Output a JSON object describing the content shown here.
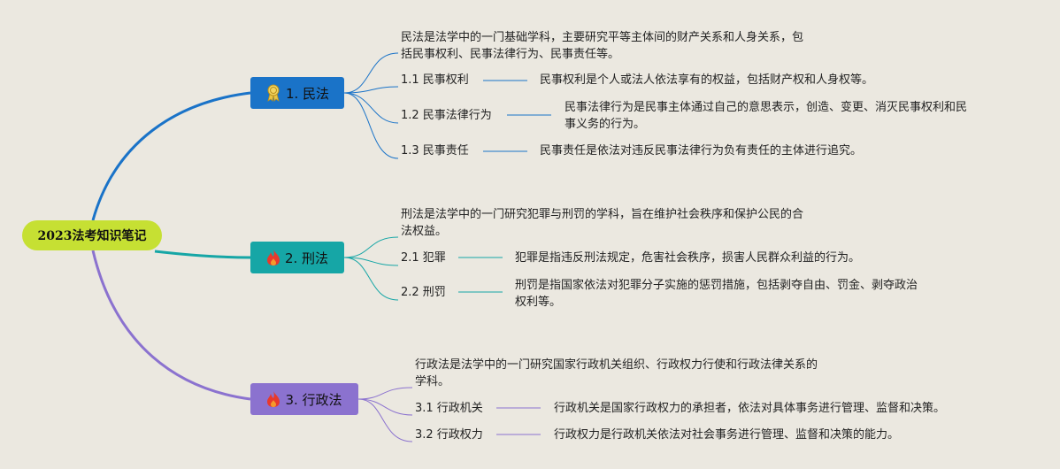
{
  "central": {
    "title": "2023法考知识笔记"
  },
  "branches": [
    {
      "label": "1. 民法",
      "icon": "award-ribbon-icon",
      "summary": [
        "民法是法学中的一门基础学科，主要研究平等主体间的财产关系和人身关系，包",
        "括民事权利、民事法律行为、民事责任等。"
      ],
      "subs": [
        {
          "label": "1.1 民事权利",
          "desc": [
            "民事权利是个人或法人依法享有的权益，包括财产权和人身权等。"
          ]
        },
        {
          "label": "1.2 民事法律行为",
          "desc": [
            "民事法律行为是民事主体通过自己的意思表示，创造、变更、消灭民事权利和民",
            "事义务的行为。"
          ]
        },
        {
          "label": "1.3 民事责任",
          "desc": [
            "民事责任是依法对违反民事法律行为负有责任的主体进行追究。"
          ]
        }
      ]
    },
    {
      "label": "2. 刑法",
      "icon": "fire-icon",
      "summary": [
        "刑法是法学中的一门研究犯罪与刑罚的学科，旨在维护社会秩序和保护公民的合",
        "法权益。"
      ],
      "subs": [
        {
          "label": "2.1 犯罪",
          "desc": [
            "犯罪是指违反刑法规定，危害社会秩序，损害人民群众利益的行为。"
          ]
        },
        {
          "label": "2.2 刑罚",
          "desc": [
            "刑罚是指国家依法对犯罪分子实施的惩罚措施，包括剥夺自由、罚金、剥夺政治",
            "权利等。"
          ]
        }
      ]
    },
    {
      "label": "3. 行政法",
      "icon": "fire-icon",
      "summary": [
        "行政法是法学中的一门研究国家行政机关组织、行政权力行使和行政法律关系的",
        "学科。"
      ],
      "subs": [
        {
          "label": "3.1 行政机关",
          "desc": [
            "行政机关是国家行政权力的承担者，依法对具体事务进行管理、监督和决策。"
          ]
        },
        {
          "label": "3.2 行政权力",
          "desc": [
            "行政权力是行政机关依法对社会事务进行管理、监督和决策的能力。"
          ]
        }
      ]
    }
  ],
  "colors": {
    "central": "#c6e033",
    "branch1": "#1a73c8",
    "branch2": "#16a6a6",
    "branch3": "#8b72cf",
    "background": "#ebe8e0"
  }
}
